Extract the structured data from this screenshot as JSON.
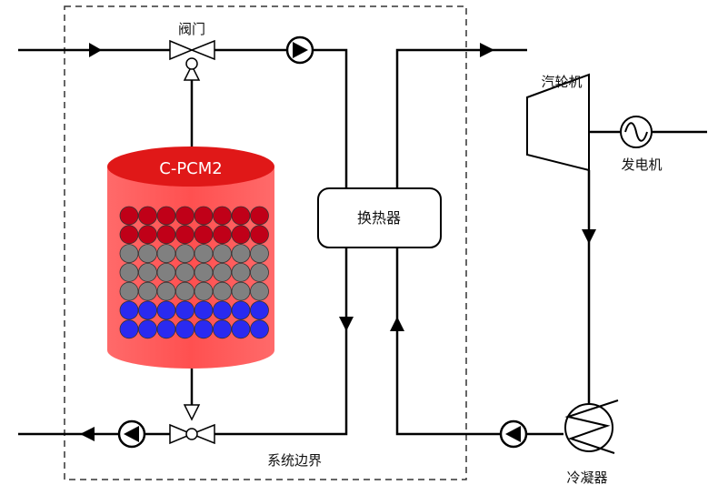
{
  "labels": {
    "valve": "阀门",
    "tank": "C-PCM2",
    "heat_exchanger": "换热器",
    "turbine": "汽轮机",
    "generator": "发电机",
    "condenser": "冷凝器",
    "system_boundary": "系统边界"
  },
  "tank_layers": {
    "rows": [
      {
        "color": "#c00018"
      },
      {
        "color": "#c00018"
      },
      {
        "color": "#808080"
      },
      {
        "color": "#808080"
      },
      {
        "color": "#808080"
      },
      {
        "color": "#2a2af0"
      },
      {
        "color": "#2a2af0"
      }
    ]
  },
  "colors": {
    "tank_body": "#ff5a5a",
    "tank_top": "#e01818",
    "line": "#000000",
    "boundary": "#333333"
  }
}
